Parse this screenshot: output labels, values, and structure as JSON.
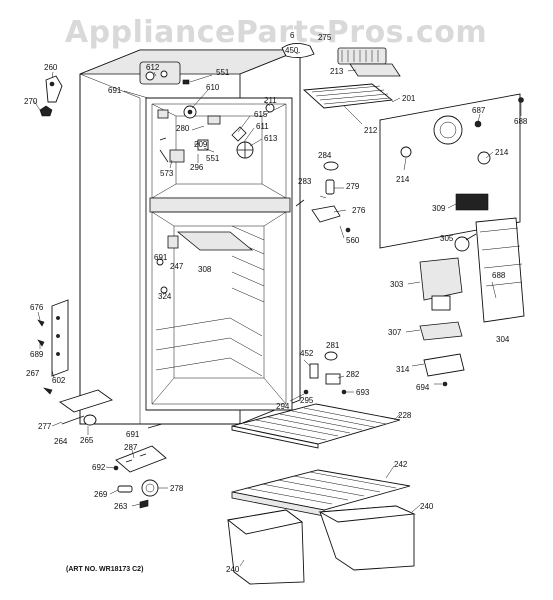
{
  "watermark": "AppliancePartsPros.com",
  "art_number": "(ART NO. WR18173 C2)",
  "callouts": {
    "c260": "260",
    "c270": "270",
    "c691a": "691",
    "c612": "612",
    "c551a": "551",
    "c610": "610",
    "c211": "211",
    "c615": "615",
    "c611": "611",
    "c613": "613",
    "c280": "280",
    "c209": "209",
    "c573": "573",
    "c296": "296",
    "c551b": "551",
    "c6": "6",
    "c450": "450",
    "c275": "275",
    "c213": "213",
    "c212": "212",
    "c201": "201",
    "c687": "687",
    "c688a": "688",
    "c284": "284",
    "c214a": "214",
    "c214b": "214",
    "c283": "283",
    "c279": "279",
    "c276": "276",
    "c560": "560",
    "c309": "309",
    "c691b": "691",
    "c247": "247",
    "c308": "308",
    "c324": "324",
    "c305": "305",
    "c303": "303",
    "c688b": "688",
    "c307": "307",
    "c304": "304",
    "c676": "676",
    "c689": "689",
    "c267": "267",
    "c602": "602",
    "c277": "277",
    "c264": "264",
    "c265": "265",
    "c691c": "691",
    "c452": "452",
    "c281": "281",
    "c282": "282",
    "c693": "693",
    "c294": "294",
    "c295": "295",
    "c314": "314",
    "c694": "694",
    "c228": "228",
    "c242": "242",
    "c240a": "240",
    "c240b": "240",
    "c287": "287",
    "c692": "692",
    "c278": "278",
    "c269": "269",
    "c263": "263"
  }
}
